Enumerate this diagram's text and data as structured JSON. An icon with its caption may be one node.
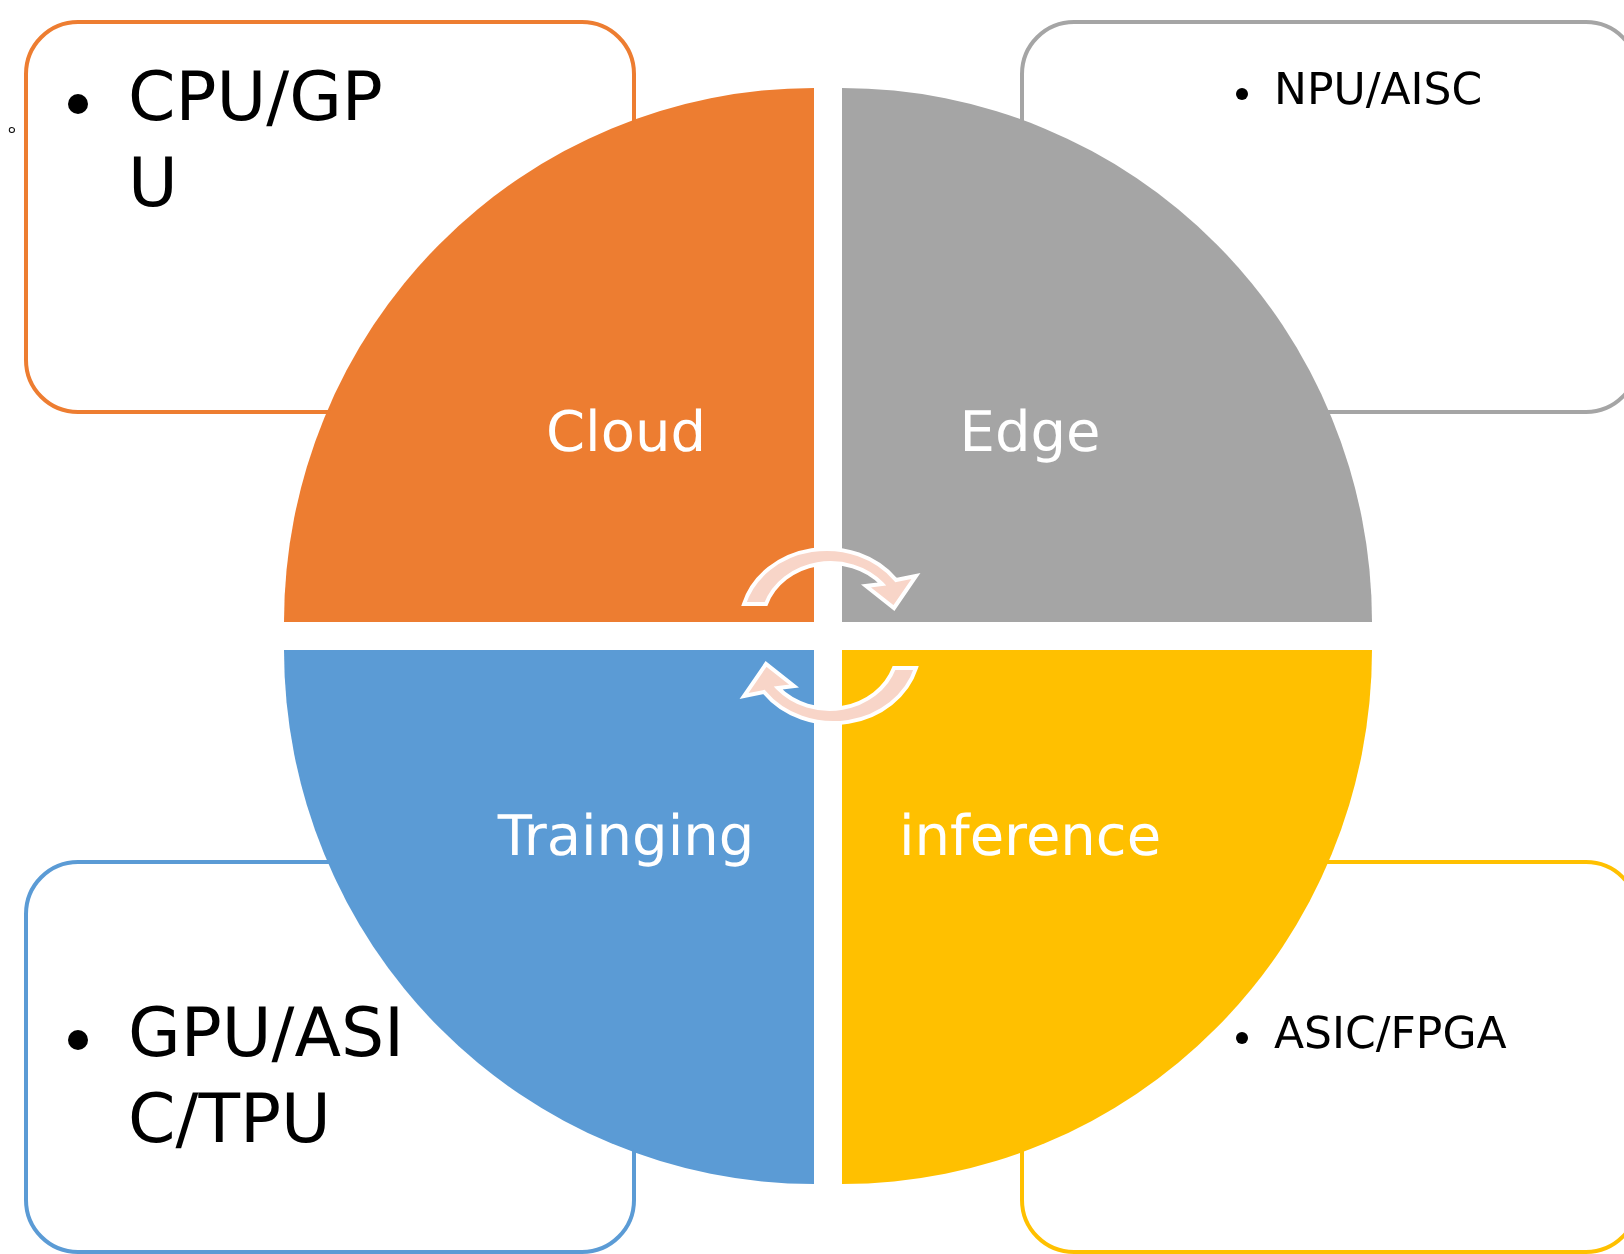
{
  "diagram": {
    "nodes": [
      {
        "text": [
          "CPU/GPU"
        ]
      },
      {
        "text": [
          "NPU/AISC"
        ]
      },
      {
        "text": [
          "Cloud"
        ]
      },
      {
        "text": [
          "Edge"
        ]
      },
      {
        "text": [
          "Trainging"
        ]
      },
      {
        "text": [
          "inference"
        ]
      },
      {
        "text": [
          "GPU/ASIC/TPU"
        ]
      },
      {
        "text": [
          "ASIC/FPGA"
        ]
      }
    ],
    "labels": [
      "。"
    ]
  }
}
